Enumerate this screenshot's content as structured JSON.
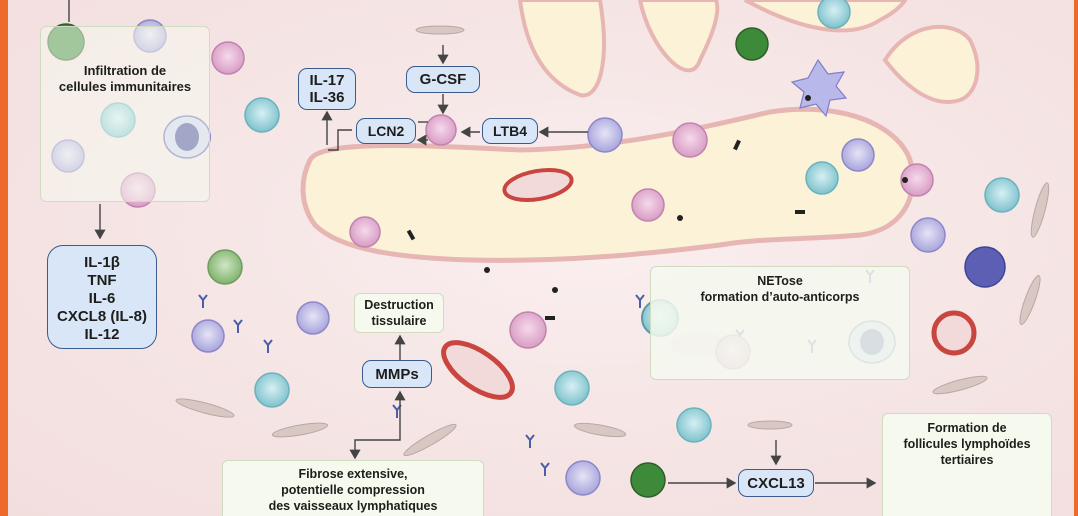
{
  "colors": {
    "frame": "#ee6a2c",
    "pill_fill": "#d9e6f8",
    "pill_border": "#3a5b8c",
    "box_fill": "#f5f9ee",
    "vessel_fill": "#fbf2d8",
    "vessel_border": "#e7b6b3"
  },
  "boxes": {
    "infiltration": "Infiltration de\ncellules immunitaires",
    "netose": "NETose\nformation d’auto-anticorps",
    "follicles": "Formation de\nfollicules lymphoïdes\ntertiaires",
    "destruction": "Destruction\ntissulaire",
    "fibrosis": "Fibrose extensive,\npotentielle compression\ndes vaisseaux lymphatiques"
  },
  "cytokines": [
    "IL-1β",
    "TNF",
    "IL-6",
    "CXCL8 (IL-8)",
    "IL-12"
  ],
  "mediators": {
    "il17_il36": "IL-17\nIL-36",
    "gcsf": "G-CSF",
    "lcn2": "LCN2",
    "ltb4": "LTB4",
    "mmps": "MMPs",
    "cxcl13": "CXCL13"
  }
}
